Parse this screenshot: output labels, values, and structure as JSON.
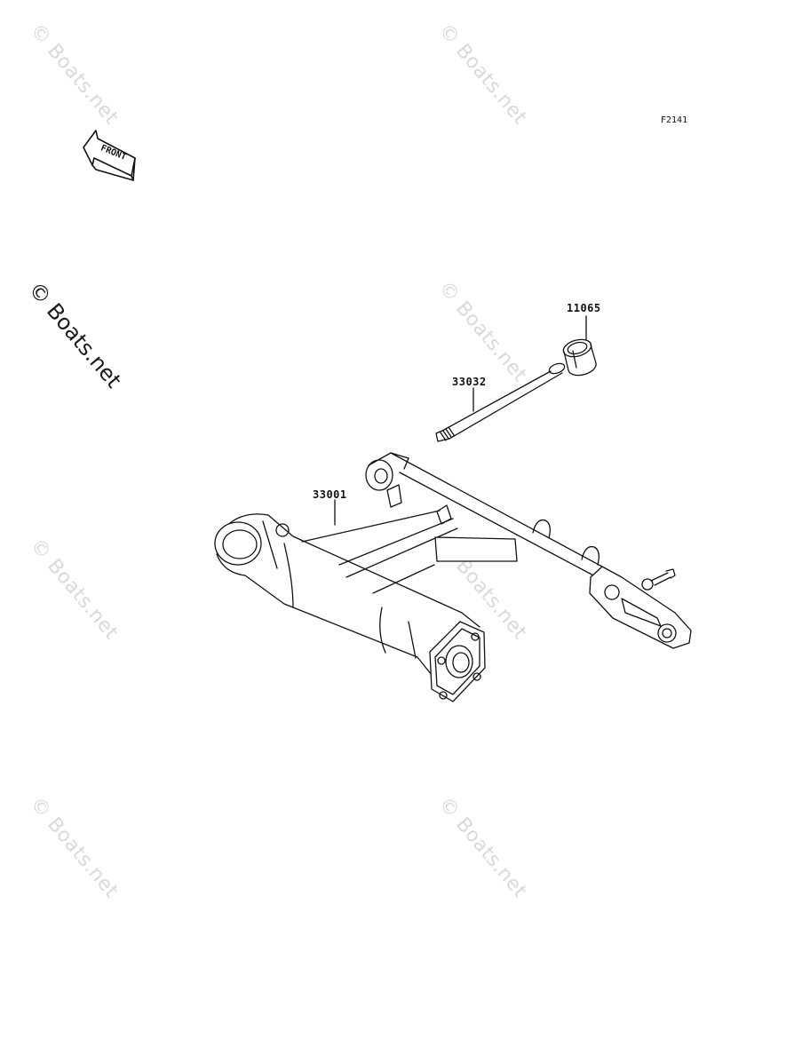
{
  "diagram": {
    "figure_code": "F2141",
    "front_arrow_label": "FRONT",
    "parts": [
      {
        "number": "11065",
        "name": "bushing"
      },
      {
        "number": "33032",
        "name": "pivot-shaft"
      },
      {
        "number": "33001",
        "name": "swing-arm"
      }
    ]
  },
  "watermark": {
    "text": "© Boats.net",
    "color": "#d9d9d9"
  },
  "colors": {
    "line": "#111111",
    "background": "#ffffff"
  }
}
